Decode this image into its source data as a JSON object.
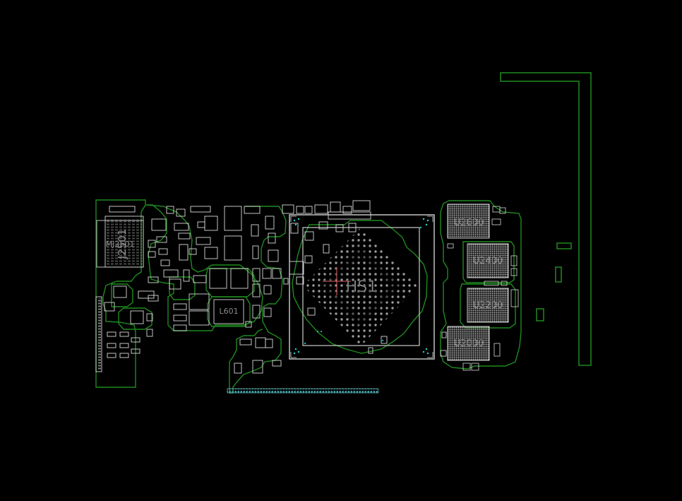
{
  "viewer": {
    "background": "#000000",
    "outline_color": "#1f8a1f",
    "silk_color": "#d8d8d8",
    "pad_color": "#d0d0d0",
    "via_color": "#2bd0d0",
    "cursor_color": "#e06060"
  },
  "components": {
    "heatsink": "HS1",
    "connector_left": "J2501",
    "connector_left_alt": "MJ2501",
    "inductor": "L601",
    "memory": [
      "U2600",
      "U2400",
      "U2200",
      "U2000"
    ]
  }
}
